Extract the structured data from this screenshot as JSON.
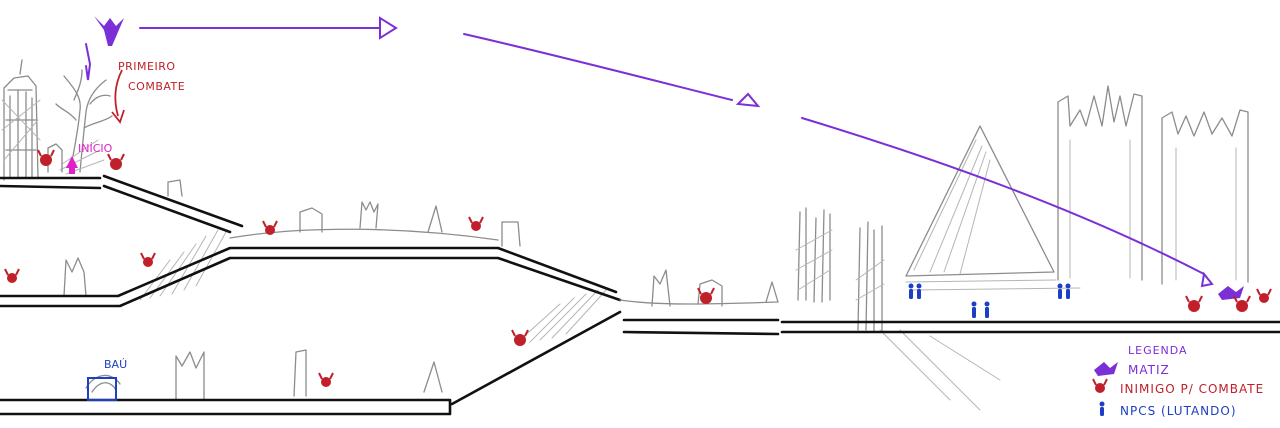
{
  "labels": {
    "first_combat_line1": "PRIMEIRO",
    "first_combat_line2": "COMBATE",
    "start": "INÍCIO",
    "chest": "BAÚ"
  },
  "legend": {
    "title": "LEGENDA",
    "items": [
      {
        "icon": "matiz-icon",
        "label": "MATIZ",
        "color": "#7b2fd6"
      },
      {
        "icon": "enemy-icon",
        "label": "INIMIGO P/ COMBATE",
        "color": "#c0202a"
      },
      {
        "icon": "npc-icon",
        "label": "NPCS (LUTANDO)",
        "color": "#1d3fc4"
      }
    ]
  },
  "colors": {
    "matiz": "#7b2fd6",
    "enemy": "#c0202a",
    "npc": "#1d3fc4",
    "start_marker": "#e020c8",
    "chest": "#1d3fc4",
    "terrain": "#111111",
    "sketch": "#8c8c8c"
  }
}
